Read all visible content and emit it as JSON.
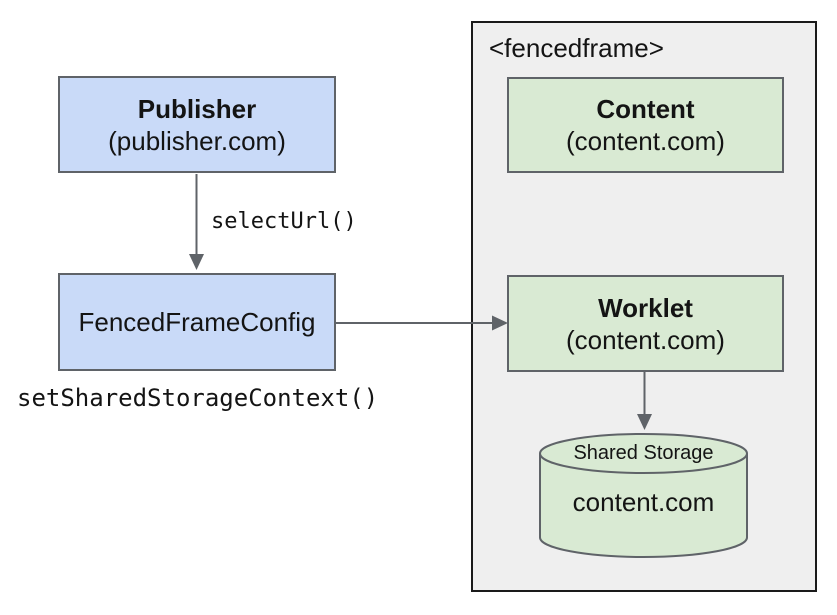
{
  "diagram": {
    "publisher": {
      "title": "Publisher",
      "subtitle": "(publisher.com)"
    },
    "select_url_label": "selectUrl()",
    "fenced_frame_config": {
      "title": "FencedFrameConfig"
    },
    "set_shared_storage_context_label": "setSharedStorageContext()",
    "fencedframe": {
      "label": "<fencedframe>",
      "content": {
        "title": "Content",
        "subtitle": "(content.com)"
      },
      "worklet": {
        "title": "Worklet",
        "subtitle": "(content.com)"
      },
      "shared_storage": {
        "title": "Shared Storage",
        "subtitle": "content.com"
      }
    },
    "colors": {
      "blue_fill": "#c9daf8",
      "green_fill": "#d9ead3",
      "frame_fill": "#efefef",
      "frame_border": "#1a1a1a",
      "box_border": "#5f6368",
      "arrow": "#5f6368"
    }
  }
}
